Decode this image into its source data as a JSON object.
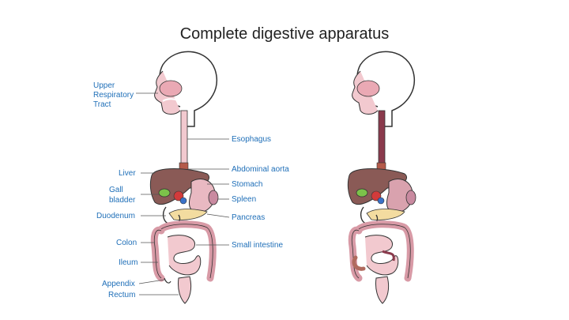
{
  "slide": {
    "title": "Complete digestive apparatus"
  },
  "left_figure": {
    "labels_left": {
      "upper_respiratory_1": "Upper",
      "upper_respiratory_2": "Respiratory",
      "upper_respiratory_3": "Tract",
      "liver": "Liver",
      "gall_1": "Gall",
      "gall_2": "bladder",
      "duodenum": "Duodenum",
      "colon": "Colon",
      "ileum": "Ileum",
      "appendix": "Appendix",
      "rectum": "Rectum"
    },
    "labels_right": {
      "esophagus": "Esophagus",
      "abdominal_aorta": "Abdominal aorta",
      "stomach": "Stomach",
      "spleen": "Spleen",
      "pancreas": "Pancreas",
      "small_intestine": "Small intestine"
    }
  },
  "colors": {
    "label_text": "#1f6fb8",
    "outline": "#333333",
    "tissue_pink": "#f2c9cf",
    "liver_brown": "#8a5a56",
    "gallbladder_green": "#7cc24a",
    "esophagus_dark": "#8a3a4c"
  }
}
